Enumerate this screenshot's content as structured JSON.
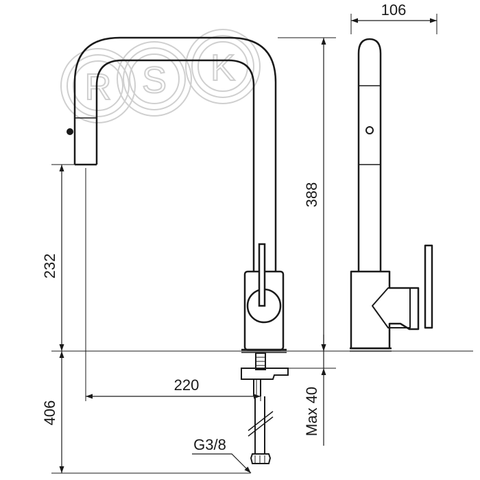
{
  "watermark": {
    "letters": [
      "R",
      "S",
      "K"
    ]
  },
  "dimensions": {
    "side_width": "106",
    "total_height": "388",
    "spout_height": "232",
    "reach": "220",
    "below_deck": "406",
    "deck_thickness": "Max 40",
    "thread": "G3/8"
  },
  "colors": {
    "line": "#1a1a1a",
    "watermark": "#cfcfcf"
  }
}
